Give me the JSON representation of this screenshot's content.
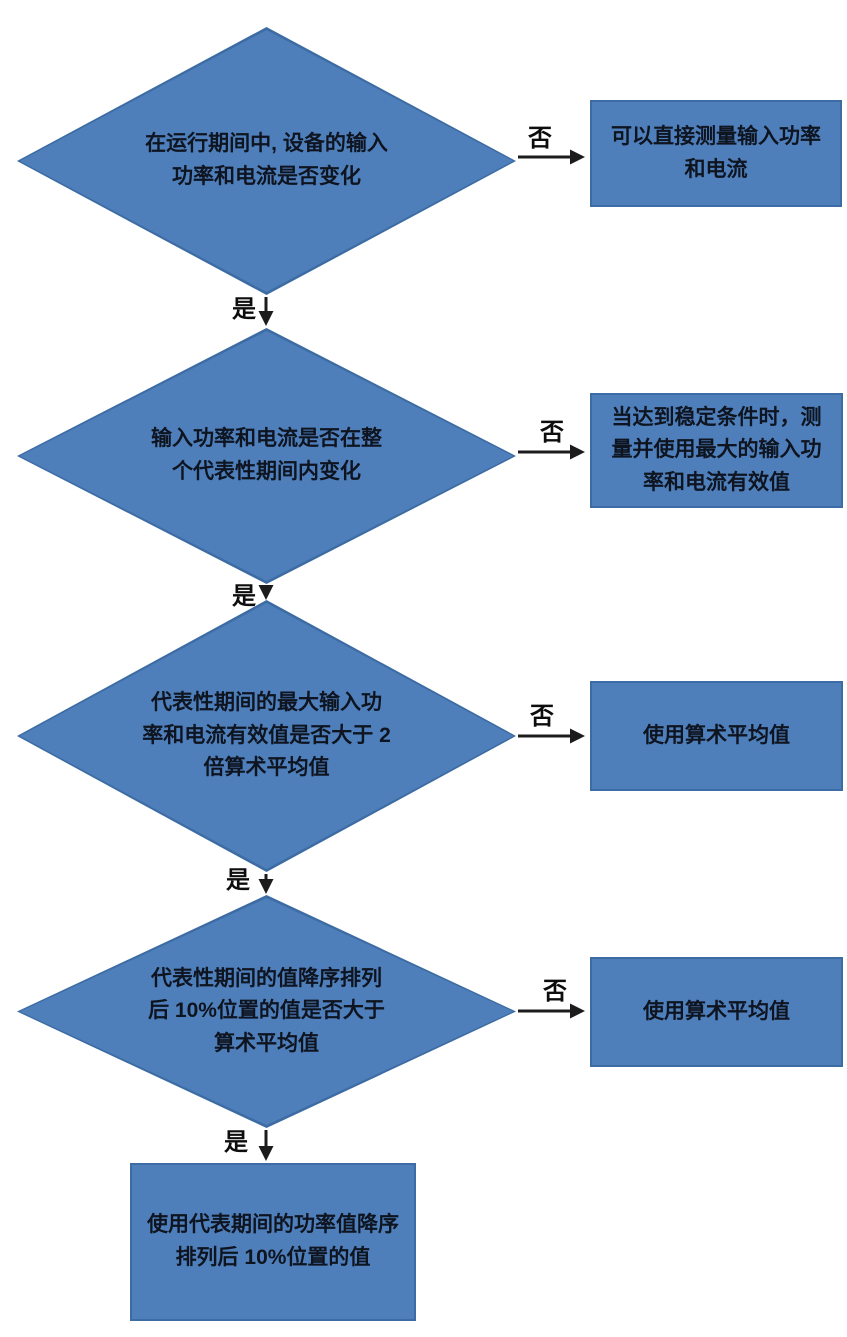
{
  "colors": {
    "background": "#ffffff",
    "node_fill": "#4e7fba",
    "node_border": "#3c6ca3",
    "text": "#0e1420",
    "arrow": "#1c1c1c"
  },
  "branch_labels": {
    "yes": "是",
    "no": "否"
  },
  "decisions": [
    {
      "question": "在运行期间中, 设备的输入功率和电流是否变化",
      "no_result": "可以直接测量输入功率和电流"
    },
    {
      "question": "输入功率和电流是否在整个代表性期间内变化",
      "no_result": "当达到稳定条件时，测量并使用最大的输入功率和电流有效值"
    },
    {
      "question": "代表性期间的最大输入功率和电流有效值是否大于 2 倍算术平均值",
      "no_result": "使用算术平均值"
    },
    {
      "question": "代表性期间的值降序排列后 10%位置的值是否大于算术平均值",
      "no_result": "使用算术平均值"
    }
  ],
  "final_result": "使用代表期间的功率值降序排列后 10%位置的值"
}
